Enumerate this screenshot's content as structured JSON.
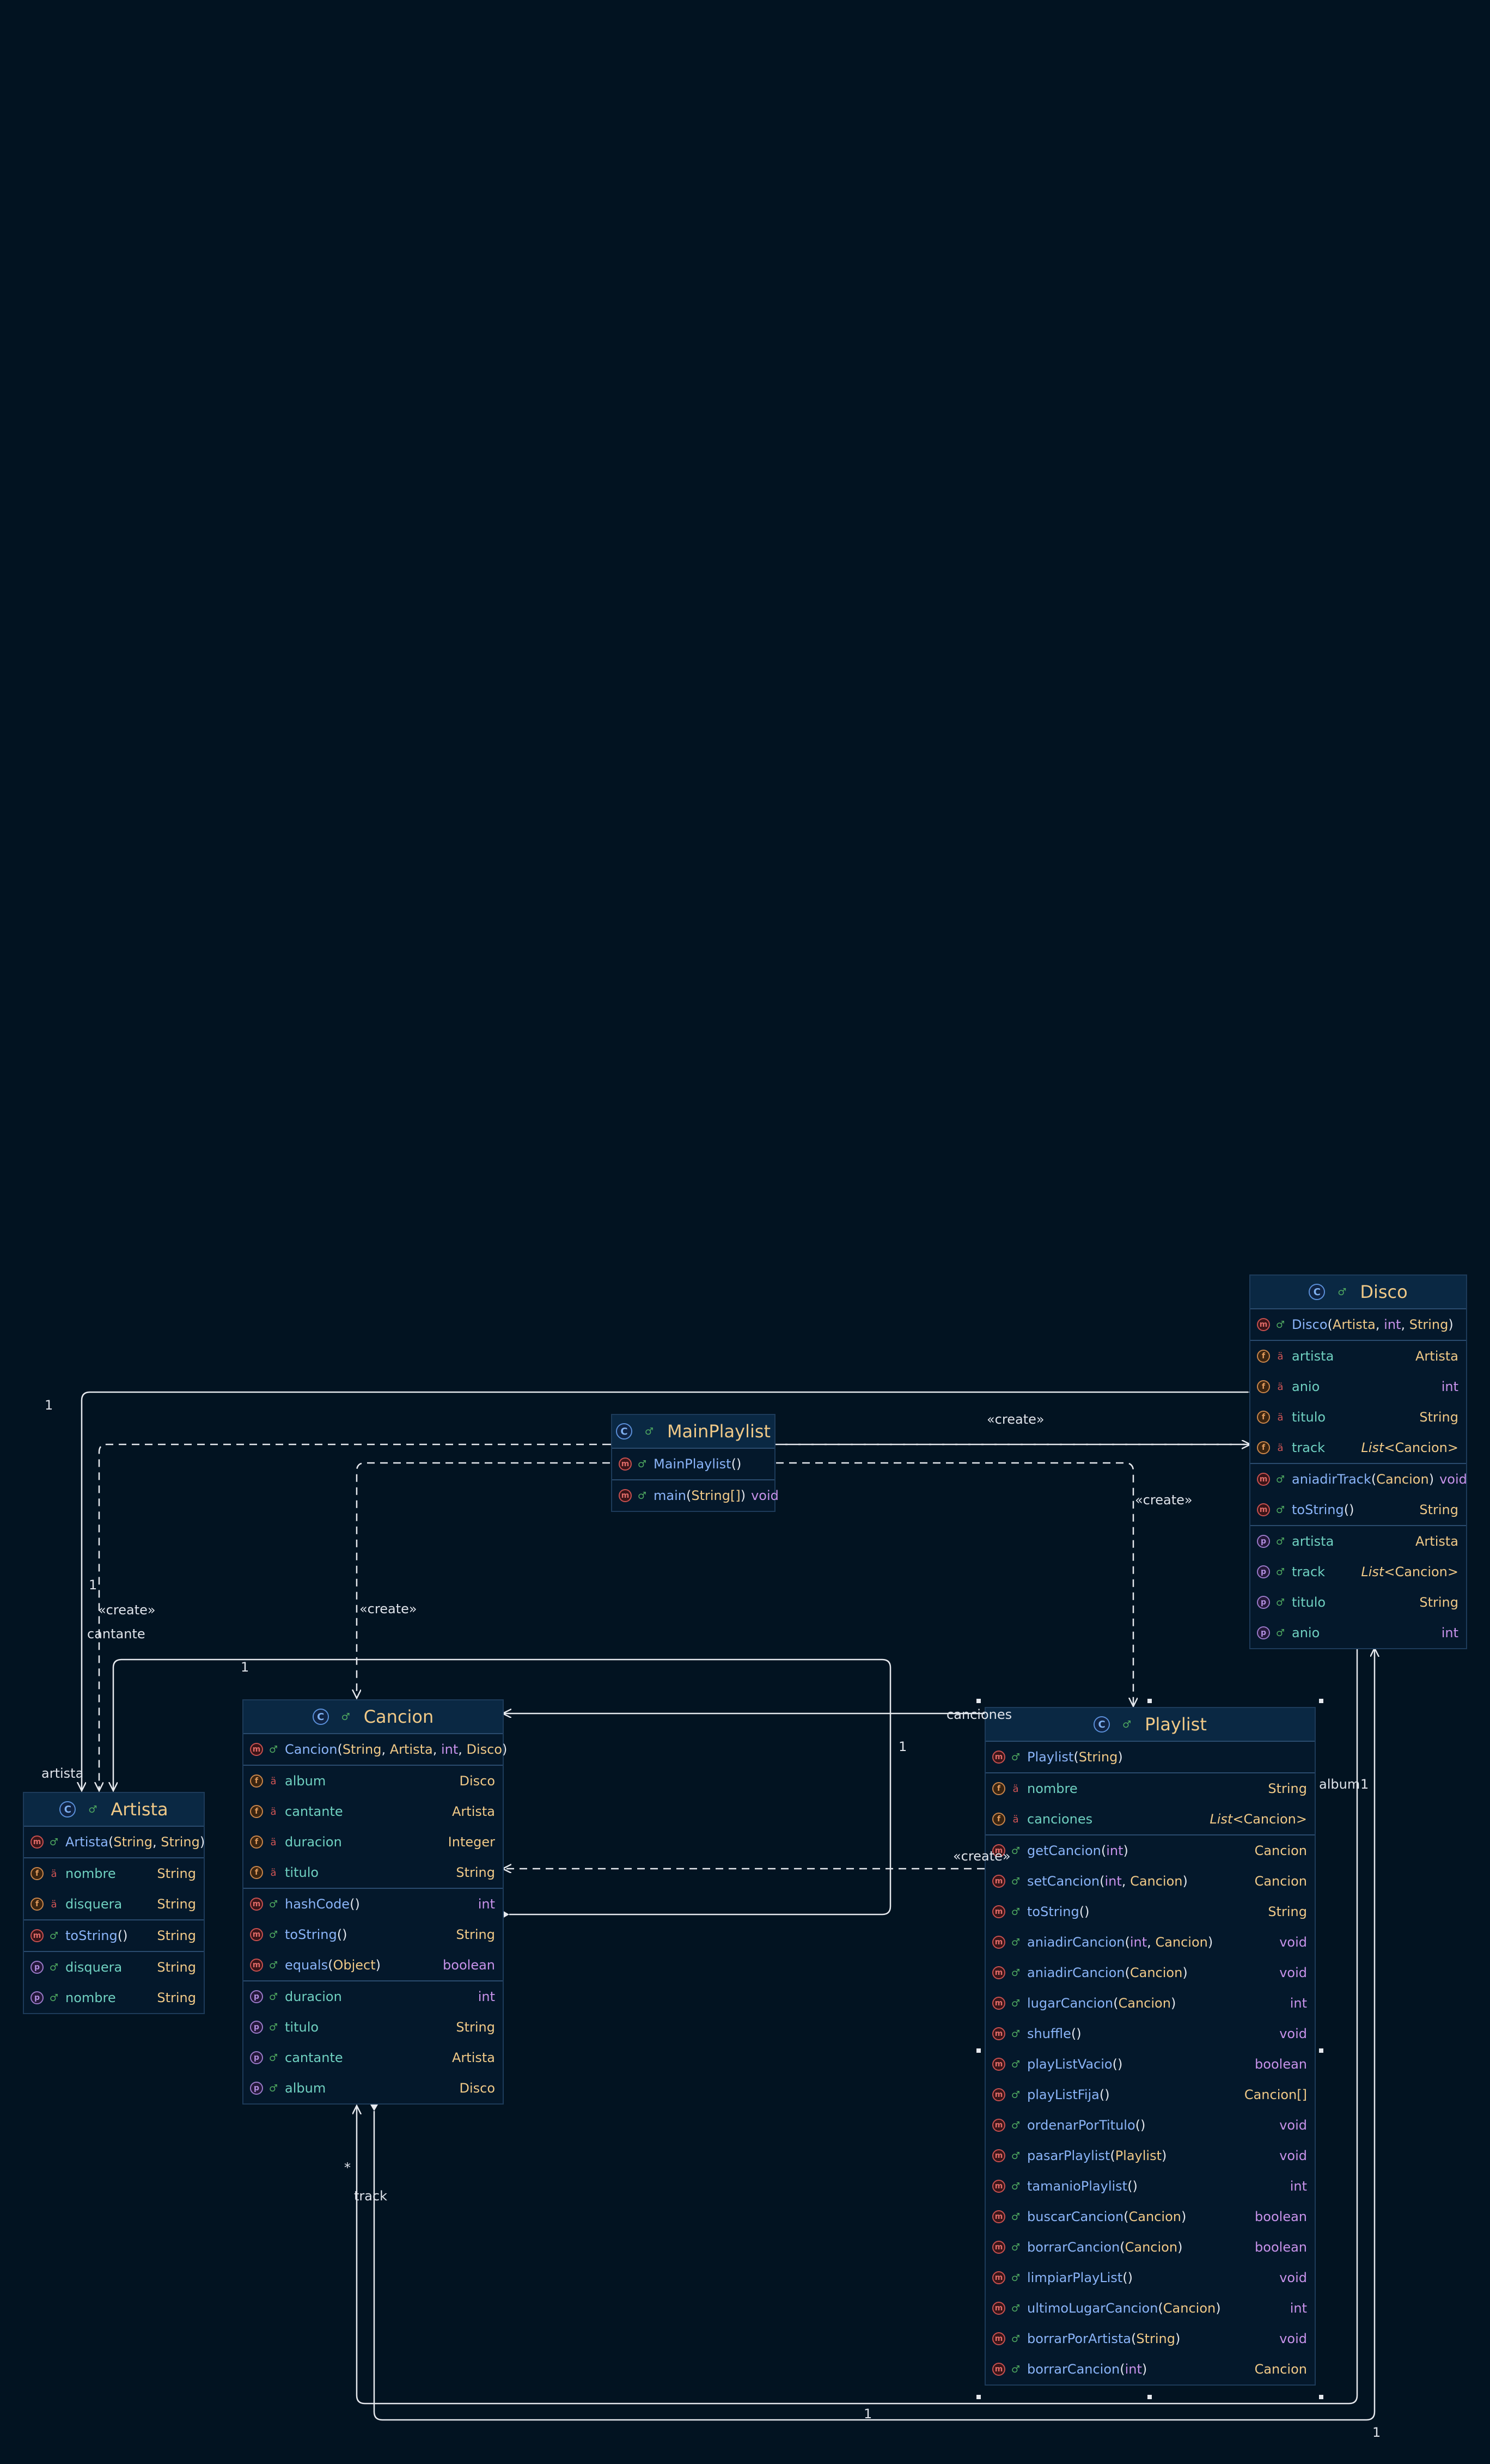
{
  "classes": {
    "disco": {
      "name": "Disco",
      "constructors": [
        {
          "name": "Disco",
          "params": [
            "Artista",
            "int",
            "String"
          ]
        }
      ],
      "fields": [
        {
          "name": "artista",
          "type": "Artista"
        },
        {
          "name": "anio",
          "type": "int"
        },
        {
          "name": "titulo",
          "type": "String"
        },
        {
          "name": "track",
          "type_generic": "List",
          "type_arg": "Cancion"
        }
      ],
      "methods": [
        {
          "name": "aniadirTrack",
          "params": [
            "Cancion"
          ],
          "type": "void"
        },
        {
          "name": "toString",
          "type": "String"
        }
      ],
      "properties": [
        {
          "name": "artista",
          "type": "Artista"
        },
        {
          "name": "track",
          "type_generic": "List",
          "type_arg": "Cancion"
        },
        {
          "name": "titulo",
          "type": "String"
        },
        {
          "name": "anio",
          "type": "int"
        }
      ]
    },
    "mainplaylist": {
      "name": "MainPlaylist",
      "constructors": [
        {
          "name": "MainPlaylist"
        }
      ],
      "methods": [
        {
          "name": "main",
          "params": [
            "String[]"
          ],
          "type": "void"
        }
      ]
    },
    "cancion": {
      "name": "Cancion",
      "constructors": [
        {
          "name": "Cancion",
          "params": [
            "String",
            "Artista",
            "int",
            "Disco"
          ]
        }
      ],
      "fields": [
        {
          "name": "album",
          "type": "Disco"
        },
        {
          "name": "cantante",
          "type": "Artista"
        },
        {
          "name": "duracion",
          "type": "Integer"
        },
        {
          "name": "titulo",
          "type": "String"
        }
      ],
      "methods": [
        {
          "name": "hashCode",
          "type": "int"
        },
        {
          "name": "toString",
          "type": "String"
        },
        {
          "name": "equals",
          "params": [
            "Object"
          ],
          "type": "boolean"
        }
      ],
      "properties": [
        {
          "name": "duracion",
          "type": "int"
        },
        {
          "name": "titulo",
          "type": "String"
        },
        {
          "name": "cantante",
          "type": "Artista"
        },
        {
          "name": "album",
          "type": "Disco"
        }
      ]
    },
    "artista": {
      "name": "Artista",
      "constructors": [
        {
          "name": "Artista",
          "params": [
            "String",
            "String"
          ]
        }
      ],
      "fields": [
        {
          "name": "nombre",
          "type": "String"
        },
        {
          "name": "disquera",
          "type": "String"
        }
      ],
      "methods": [
        {
          "name": "toString",
          "type": "String"
        }
      ],
      "properties": [
        {
          "name": "disquera",
          "type": "String"
        },
        {
          "name": "nombre",
          "type": "String"
        }
      ]
    },
    "playlist": {
      "name": "Playlist",
      "constructors": [
        {
          "name": "Playlist",
          "params": [
            "String"
          ]
        }
      ],
      "fields": [
        {
          "name": "nombre",
          "type": "String"
        },
        {
          "name": "canciones",
          "type_generic": "List",
          "type_arg": "Cancion"
        }
      ],
      "methods": [
        {
          "name": "getCancion",
          "params": [
            "int"
          ],
          "type": "Cancion"
        },
        {
          "name": "setCancion",
          "params": [
            "int",
            "Cancion"
          ],
          "type": "Cancion"
        },
        {
          "name": "toString",
          "type": "String"
        },
        {
          "name": "aniadirCancion",
          "params": [
            "int",
            "Cancion"
          ],
          "type": "void"
        },
        {
          "name": "aniadirCancion",
          "params": [
            "Cancion"
          ],
          "type": "void"
        },
        {
          "name": "lugarCancion",
          "params": [
            "Cancion"
          ],
          "type": "int"
        },
        {
          "name": "shuffle",
          "type": "void"
        },
        {
          "name": "playListVacio",
          "type": "boolean"
        },
        {
          "name": "playListFija",
          "type": "Cancion[]"
        },
        {
          "name": "ordenarPorTitulo",
          "type": "void"
        },
        {
          "name": "pasarPlaylist",
          "params": [
            "Playlist"
          ],
          "type": "void"
        },
        {
          "name": "tamanioPlaylist",
          "type": "int"
        },
        {
          "name": "buscarCancion",
          "params": [
            "Cancion"
          ],
          "type": "boolean"
        },
        {
          "name": "borrarCancion",
          "params": [
            "Cancion"
          ],
          "type": "boolean"
        },
        {
          "name": "limpiarPlayList",
          "type": "void"
        },
        {
          "name": "ultimoLugarCancion",
          "params": [
            "Cancion"
          ],
          "type": "int"
        },
        {
          "name": "borrarPorArtista",
          "params": [
            "String"
          ],
          "type": "void"
        },
        {
          "name": "borrarCancion",
          "params": [
            "int"
          ],
          "type": "Cancion"
        }
      ]
    }
  },
  "edge_labels": {
    "create_1": "«create»",
    "create_2": "«create»",
    "create_3": "«create»",
    "create_4": "«create»",
    "create_5": "«create»",
    "mult_artista_disco": "1",
    "mult_artista_cancion": "1",
    "mult_cancion_top": "1",
    "mult_playlist_loop": "1",
    "mult_album": "1",
    "mult_bottom_a": "1",
    "mult_bottom_b": "1",
    "mult_star": "*",
    "role_artista": "artista",
    "role_cantante": "cantante",
    "role_canciones": "canciones",
    "role_album": "album",
    "role_track": "track"
  }
}
